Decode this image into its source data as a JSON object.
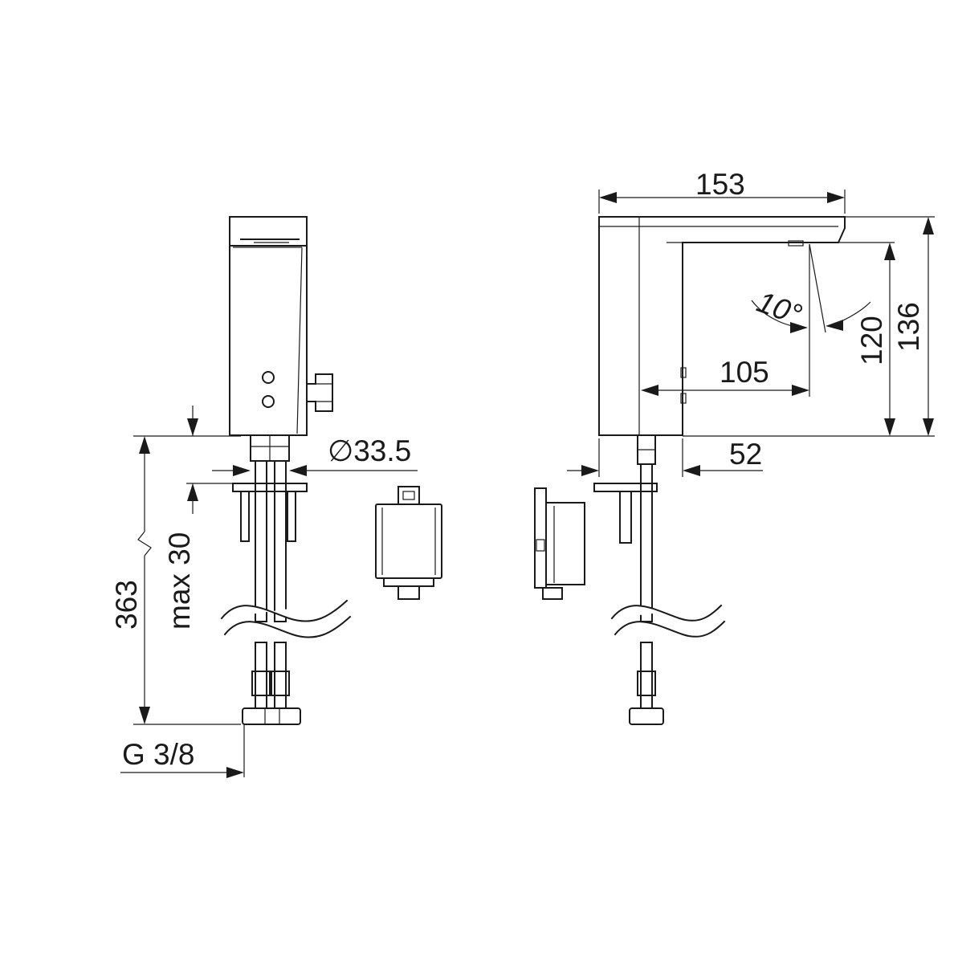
{
  "dimensions": {
    "width_total": "153",
    "height_total": "136",
    "height_outlet": "120",
    "projection": "105",
    "base_depth": "52",
    "spray_angle": "10°",
    "hose_length": "363",
    "deck_thickness_label": "max 30",
    "shank_diameter": "∅33.5",
    "connection_thread": "G 3/8"
  }
}
